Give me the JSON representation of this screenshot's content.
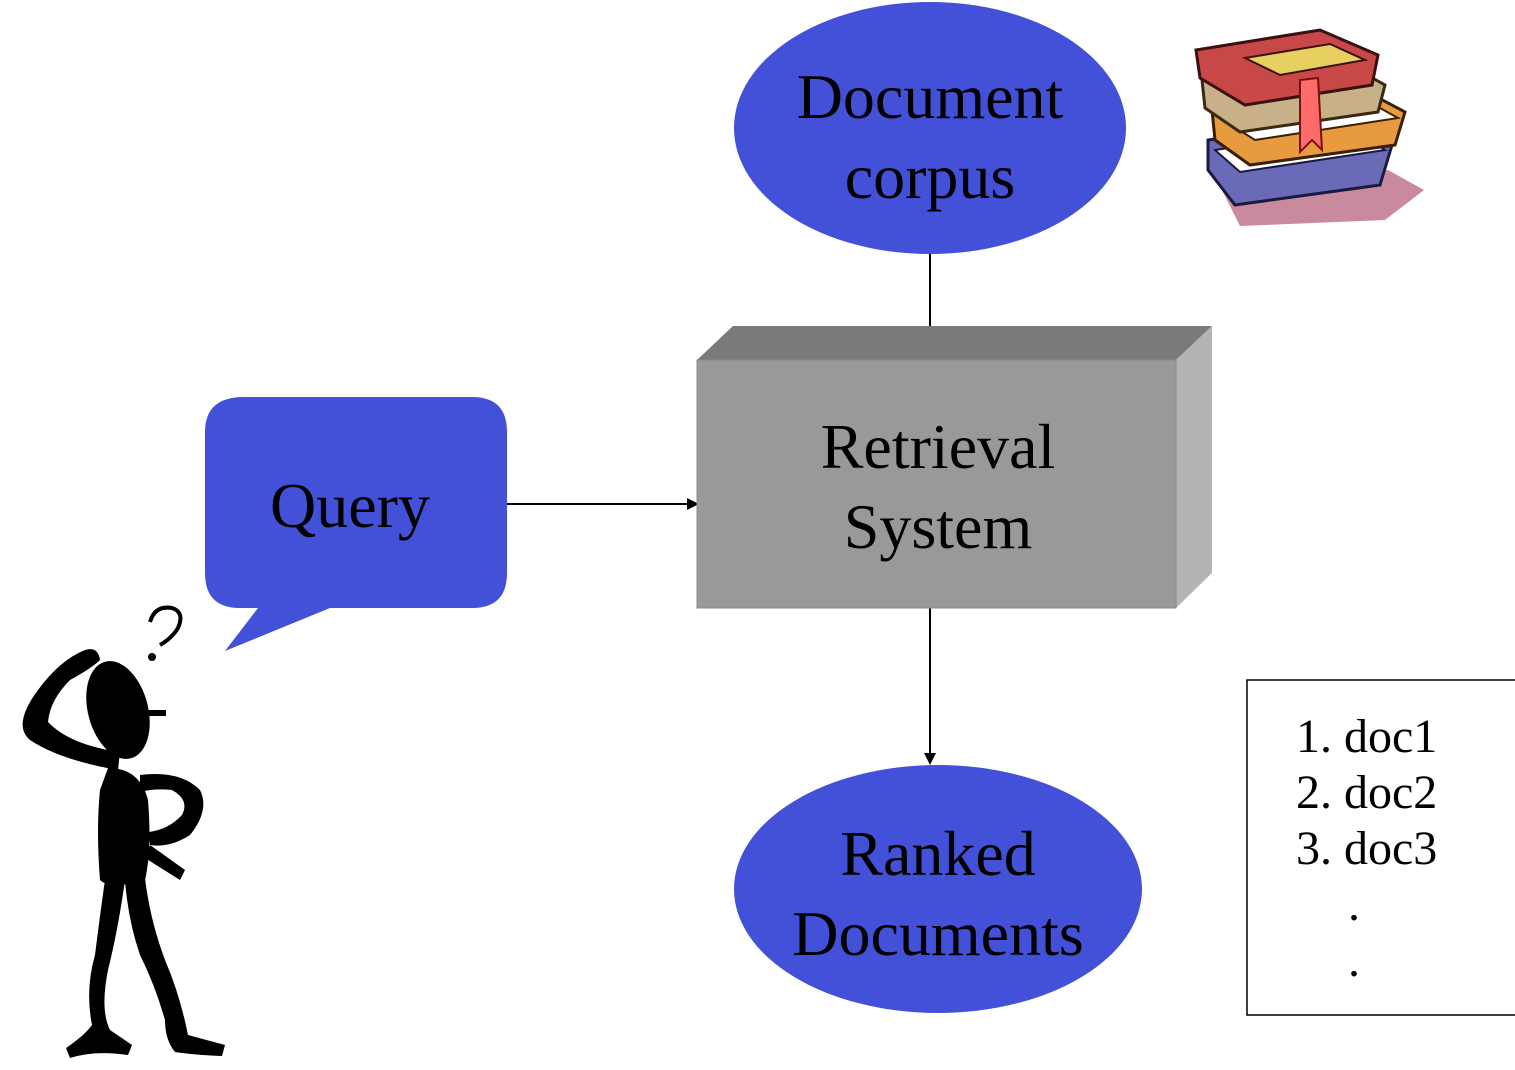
{
  "colors": {
    "ellipse_fill": "#4350d8",
    "box_front": "#999999",
    "box_top": "#7a7a7a",
    "box_side": "#b4b4b4",
    "bubble_fill": "#4350d8",
    "arrow": "#000000",
    "figure": "#000000"
  },
  "nodes": {
    "corpus": {
      "line1": "Document",
      "line2": "corpus"
    },
    "system": {
      "line1": "Retrieval",
      "line2": "System"
    },
    "query": {
      "label": "Query"
    },
    "ranked": {
      "line1": "Ranked",
      "line2": "Documents"
    }
  },
  "results": {
    "items": [
      "1. doc1",
      "2. doc2",
      "3. doc3"
    ],
    "ellipsis": [
      ".",
      "."
    ]
  },
  "icons": {
    "books": "books-stack-icon",
    "person": "confused-person-icon"
  }
}
